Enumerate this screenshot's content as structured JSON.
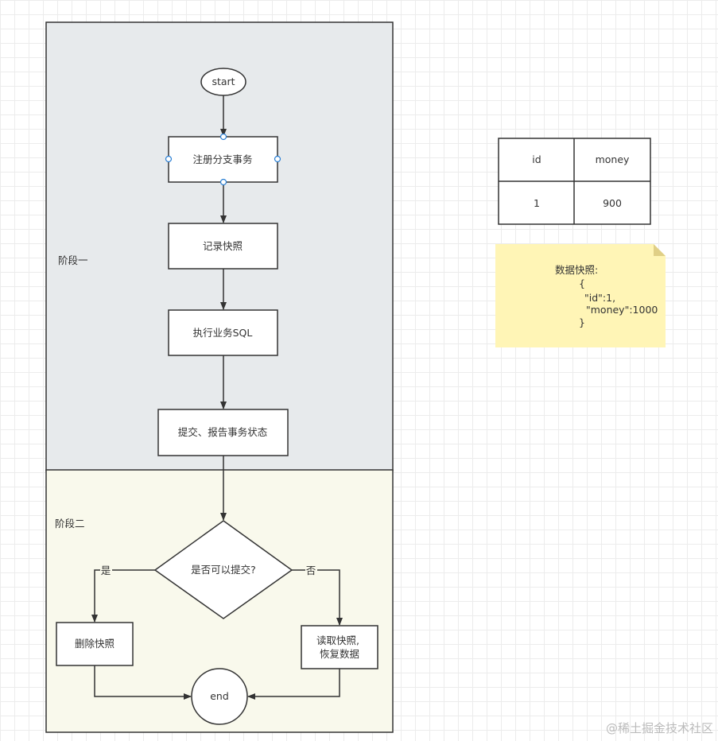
{
  "phases": {
    "phase1": "阶段一",
    "phase2": "阶段二"
  },
  "nodes": {
    "start": "start",
    "register": "注册分支事务",
    "snapshot": "记录快照",
    "execute": "执行业务SQL",
    "commit_report": "提交、报告事务状态",
    "decision": "是否可以提交?",
    "yes": "是",
    "no": "否",
    "delete": "删除快照",
    "restore_line1": "读取快照,",
    "restore_line2": "恢复数据",
    "end": "end"
  },
  "table": {
    "headers": [
      "id",
      "money"
    ],
    "rows": [
      [
        "1",
        "900"
      ]
    ]
  },
  "note": {
    "lines": [
      "数据快照:",
      "{",
      "\"id\":1,",
      "\"money\":1000",
      "}"
    ]
  },
  "watermark": "@稀土掘金技术社区",
  "colors": {
    "phase1_fill": "#e7eaec",
    "phase2_fill": "#f9f9ec",
    "note_fill": "#fff5b6",
    "handle": "#2a7fd4"
  }
}
